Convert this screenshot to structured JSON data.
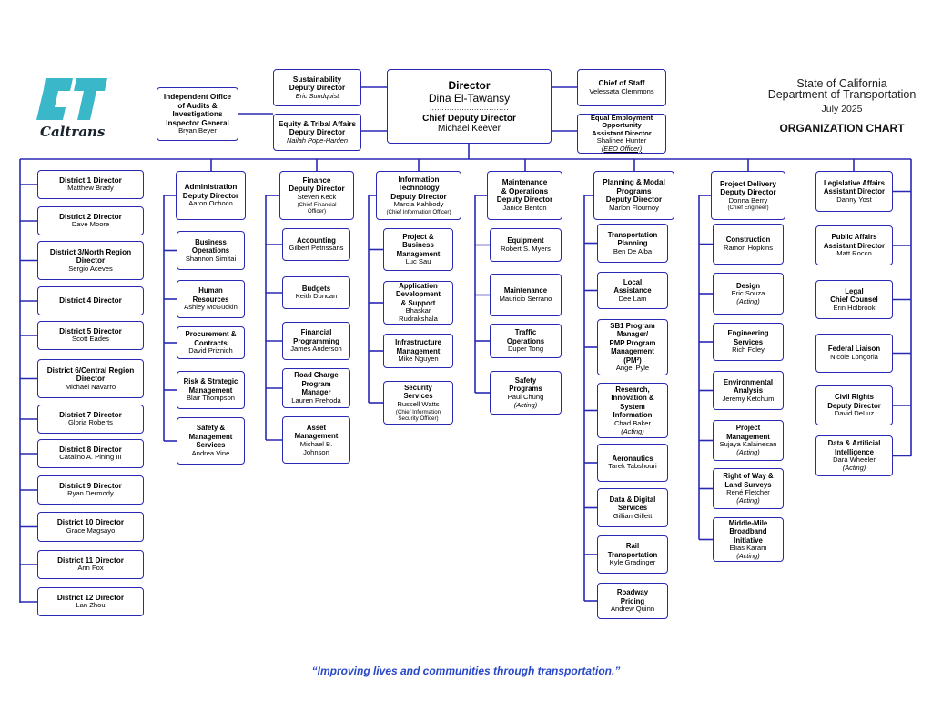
{
  "brand": {
    "logo_text": "Caltrans",
    "colors": {
      "line": "#2828b4",
      "logo_teal": "#3ab7c8",
      "logo_dark": "#1a2430",
      "quote": "#2848c8"
    }
  },
  "header": {
    "state": "State of California",
    "department": "Department of Transportation",
    "date": "July 2025",
    "chart_title": "ORGANIZATION CHART"
  },
  "director": {
    "title": "Director",
    "name": "Dina El-Tawansy",
    "dots": "................................",
    "chief_title": "Chief Deputy Director",
    "chief_name": "Michael Keever"
  },
  "top": {
    "audits": {
      "title": "Independent Office\nof Audits &\nInvestigations\nInspector General",
      "name": "Bryan Beyer"
    },
    "sustain": {
      "title": "Sustainability\nDeputy Director",
      "name": "Eric Sundquist"
    },
    "equity": {
      "title": "Equity & Tribal Affairs\nDeputy Director",
      "name": "Nailah Pope-Harden"
    },
    "chief_staff": {
      "title": "Chief of Staff",
      "name": "Velessata Clemmons"
    },
    "eeo": {
      "title": "Equal Employment\nOpportunity\nAssistant Director",
      "name": "Shalinee Hunter",
      "note": "(EEO Officer)"
    }
  },
  "districts": [
    {
      "title": "District 1 Director",
      "name": "Matthew Brady"
    },
    {
      "title": "District 2 Director",
      "name": "Dave Moore"
    },
    {
      "title": "District 3/North Region\nDirector",
      "name": "Sergio Aceves"
    },
    {
      "title": "District 4 Director",
      "name": ""
    },
    {
      "title": "District 5 Director",
      "name": "Scott Eades"
    },
    {
      "title": "District 6/Central Region\nDirector",
      "name": "Michael Navarro"
    },
    {
      "title": "District 7 Director",
      "name": "Gloria Roberts"
    },
    {
      "title": "District 8 Director",
      "name": "Catalino A. Pining III"
    },
    {
      "title": "District 9 Director",
      "name": "Ryan Dermody"
    },
    {
      "title": "District 10 Director",
      "name": "Grace Magsayo"
    },
    {
      "title": "District 11 Director",
      "name": "Ann Fox"
    },
    {
      "title": "District 12 Director",
      "name": "Lan Zhou"
    }
  ],
  "admin": {
    "head": {
      "title": "Administration\nDeputy Director",
      "name": "Aaron Ochoco"
    },
    "units": [
      {
        "title": "Business\nOperations",
        "name": "Shannon Simitai"
      },
      {
        "title": "Human\nResources",
        "name": "Ashley McGuckin"
      },
      {
        "title": "Procurement &\nContracts",
        "name": "David Priznich"
      },
      {
        "title": "Risk & Strategic\nManagement",
        "name": "Blair Thompson"
      },
      {
        "title": "Safety &\nManagement\nServices",
        "name": "Andrea Vine"
      }
    ]
  },
  "finance": {
    "head": {
      "title": "Finance\nDeputy Director",
      "name": "Steven Keck",
      "note": "(Chief Financial\nOfficer)"
    },
    "units": [
      {
        "title": "Accounting",
        "name": "Gilbert Petrissans"
      },
      {
        "title": "Budgets",
        "name": "Keith Duncan"
      },
      {
        "title": "Financial\nProgramming",
        "name": "James Anderson"
      },
      {
        "title": "Road Charge\nProgram\nManager",
        "name": "Lauren Prehoda"
      },
      {
        "title": "Asset\nManagement",
        "name": "Michael B.\nJohnson"
      }
    ]
  },
  "it": {
    "head": {
      "title": "Information\nTechnology\nDeputy Director",
      "name": "Marcia Kahbody",
      "note": "(Chief Information Officer)"
    },
    "units": [
      {
        "title": "Project &\nBusiness\nManagement",
        "name": "Luc Sau"
      },
      {
        "title": "Application\nDevelopment\n& Support",
        "name": "Bhaskar\nRudrakshala"
      },
      {
        "title": "Infrastructure\nManagement",
        "name": "Mike Nguyen"
      },
      {
        "title": "Security\nServices",
        "name": "Russell Watts",
        "note": "(Chief Information\nSecurity Officer)"
      }
    ]
  },
  "maint": {
    "head": {
      "title": "Maintenance\n& Operations\nDeputy Director",
      "name": "Janice Benton"
    },
    "units": [
      {
        "title": "Equipment",
        "name": "Robert S. Myers"
      },
      {
        "title": "Maintenance",
        "name": "Mauricio Serrano"
      },
      {
        "title": "Traffic\nOperations",
        "name": "Duper Tong"
      },
      {
        "title": "Safety\nPrograms",
        "name": "Paul Chung",
        "italic": "(Acting)"
      }
    ]
  },
  "planning": {
    "head": {
      "title": "Planning & Modal\nPrograms\nDeputy Director",
      "name": "Marlon Flournoy"
    },
    "units": [
      {
        "title": "Transportation\nPlanning",
        "name": "Ben De Alba"
      },
      {
        "title": "Local\nAssistance",
        "name": "Dee Lam"
      },
      {
        "title": "SB1 Program\nManager/\nPMP Program\nManagement\n(PM²)",
        "name": "Angel Pyle"
      },
      {
        "title": "Research,\nInnovation &\nSystem\nInformation",
        "name": "Chad Baker",
        "italic": "(Acting)"
      },
      {
        "title": "Aeronautics",
        "name": "Tarek Tabshouri"
      },
      {
        "title": "Data & Digital\nServices",
        "name": "Gillian Gillett"
      },
      {
        "title": "Rail\nTransportation",
        "name": "Kyle Gradinger"
      },
      {
        "title": "Roadway\nPricing",
        "name": "Andrew Quinn"
      }
    ]
  },
  "delivery": {
    "head": {
      "title": "Project Delivery\nDeputy Director",
      "name": "Donna Berry",
      "note": "(Chief Engineer)"
    },
    "units": [
      {
        "title": "Construction",
        "name": "Ramon Hopkins"
      },
      {
        "title": "Design",
        "name": "Eric Souza",
        "italic": "(Acting)"
      },
      {
        "title": "Engineering\nServices",
        "name": "Rich Foley"
      },
      {
        "title": "Environmental\nAnalysis",
        "name": "Jeremy Ketchum"
      },
      {
        "title": "Project\nManagement",
        "name": "Sujaya Kalainesan",
        "italic": "(Acting)"
      },
      {
        "title": "Right of Way &\nLand Surveys",
        "name": "René Fletcher",
        "italic": "(Acting)"
      },
      {
        "title": "Middle-Mile\nBroadband\nInitiative",
        "name": "Elias Karam",
        "italic": "(Acting)"
      }
    ]
  },
  "right": [
    {
      "title": "Legislative Affairs\nAssistant Director",
      "name": "Danny Yost"
    },
    {
      "title": "Public Affairs\nAssistant Director",
      "name": "Matt Rocco"
    },
    {
      "title": "Legal\nChief Counsel",
      "name": "Erin Holbrook"
    },
    {
      "title": "Federal Liaison",
      "name": "Nicole Longoria"
    },
    {
      "title": "Civil Rights\nDeputy Director",
      "name": "David DeLuz"
    },
    {
      "title": "Data & Artificial\nIntelligence",
      "name": "Dara Wheeler",
      "italic": "(Acting)"
    }
  ],
  "footer": {
    "quote": "“Improving lives and communities through transportation.”"
  }
}
